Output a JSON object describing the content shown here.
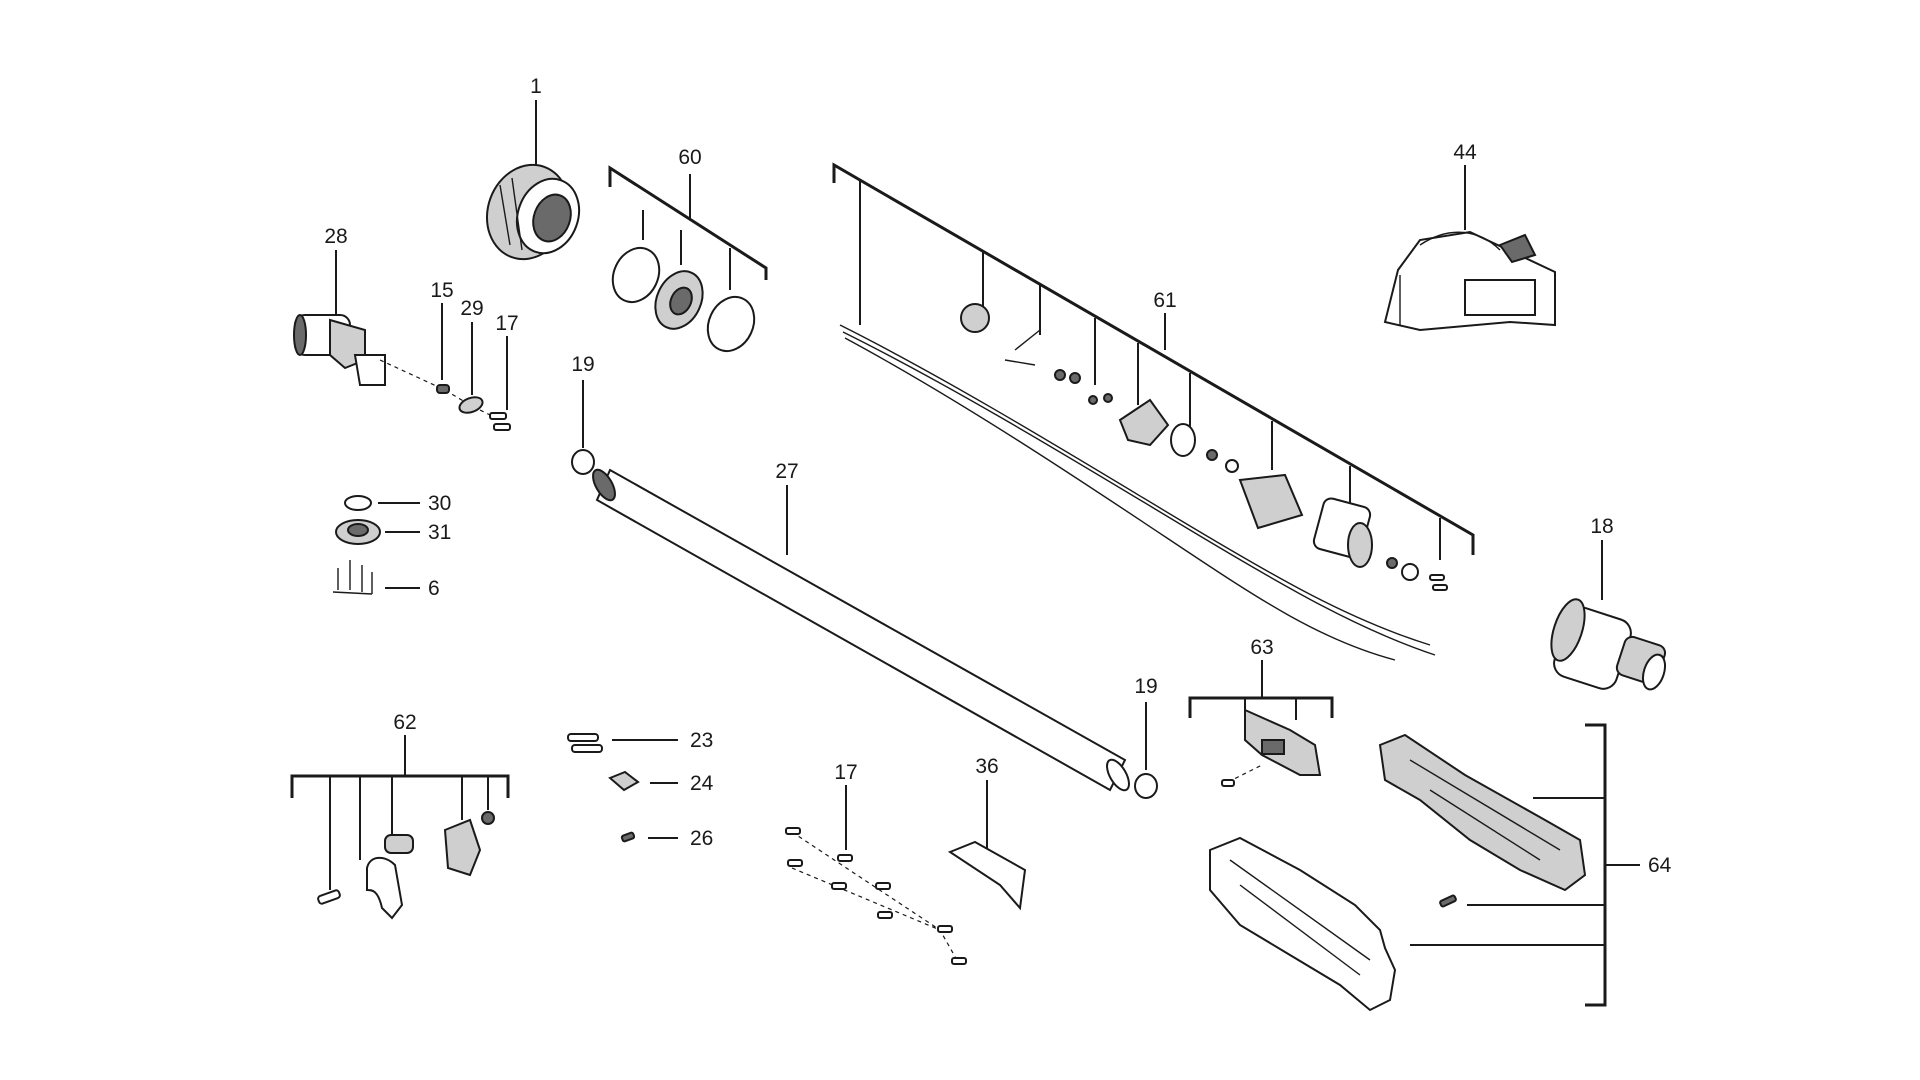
{
  "callouts": {
    "c1": "1",
    "c60": "60",
    "c61": "61",
    "c44": "44",
    "c28": "28",
    "c15": "15",
    "c29": "29",
    "c17a": "17",
    "c19a": "19",
    "c27": "27",
    "c30": "30",
    "c31": "31",
    "c6": "6",
    "c18": "18",
    "c19b": "19",
    "c63": "63",
    "c62": "62",
    "c23": "23",
    "c24": "24",
    "c26": "26",
    "c17b": "17",
    "c36": "36",
    "c64": "64"
  }
}
